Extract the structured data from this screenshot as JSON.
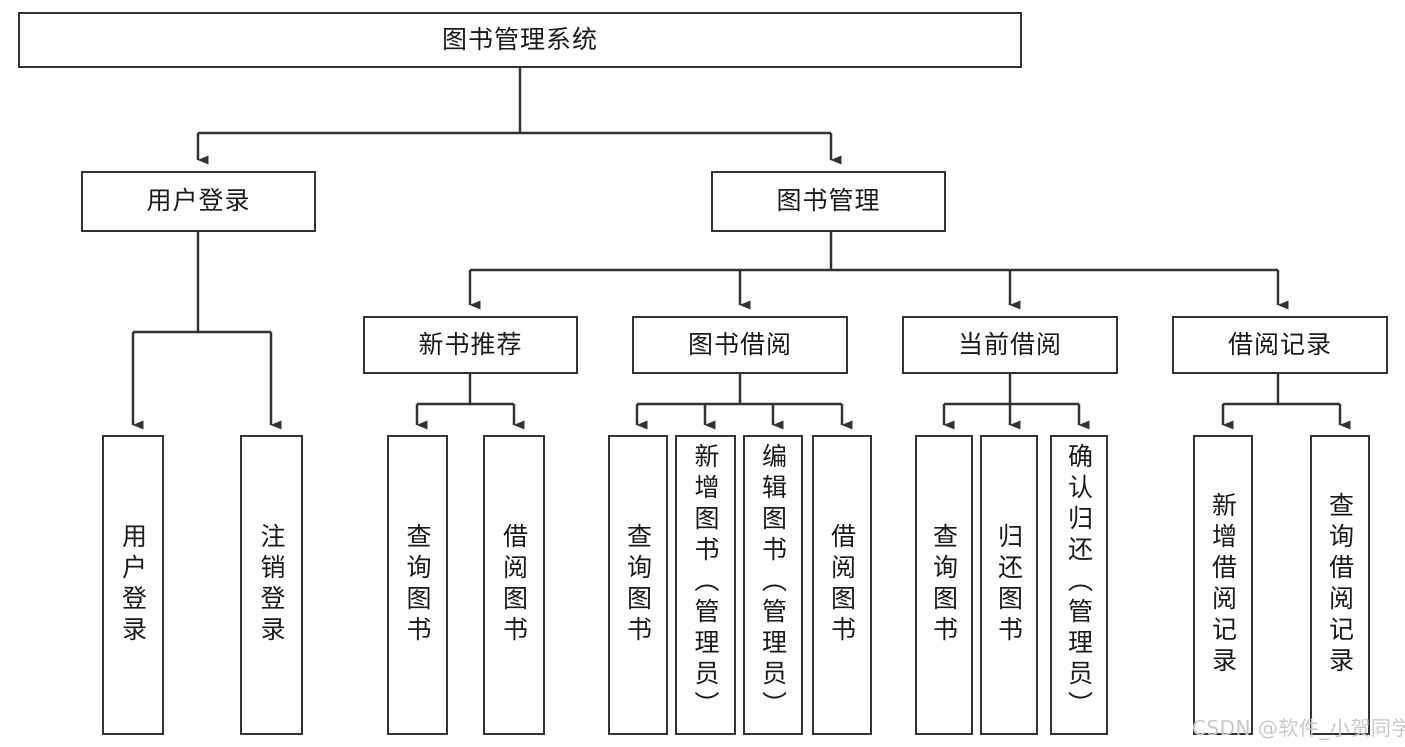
{
  "diagram": {
    "type": "tree-hierarchy",
    "title": "图书管理系统",
    "watermark": "CSDN @软件_小贺同学",
    "colors": {
      "box_border": "#333333",
      "box_fill": "#ffffff",
      "line": "#333333",
      "text": "#1a1a1a",
      "watermark": "#c9c9c9",
      "background": "#ffffff"
    },
    "nodes": {
      "root": {
        "label": "图书管理系统",
        "level": 0
      },
      "user_login": {
        "label": "用户登录",
        "level": 1
      },
      "book_manage": {
        "label": "图书管理",
        "level": 1
      },
      "new_book_rec": {
        "label": "新书推荐",
        "level": 2
      },
      "book_borrow": {
        "label": "图书借阅",
        "level": 2
      },
      "current_borrow": {
        "label": "当前借阅",
        "level": 2
      },
      "borrow_record": {
        "label": "借阅记录",
        "level": 2
      },
      "leaf_user_login": {
        "label": "用户登录",
        "level": 3
      },
      "leaf_logout": {
        "label": "注销登录",
        "level": 3
      },
      "leaf_query_book_1": {
        "label": "查询图书",
        "level": 3
      },
      "leaf_borrow_book_1": {
        "label": "借阅图书",
        "level": 3
      },
      "leaf_query_book_2": {
        "label": "查询图书",
        "level": 3
      },
      "leaf_add_book": {
        "label": "新增图书（管理员）",
        "level": 3
      },
      "leaf_edit_book": {
        "label": "编辑图书（管理员）",
        "level": 3
      },
      "leaf_borrow_book_2": {
        "label": "借阅图书",
        "level": 3
      },
      "leaf_query_book_3": {
        "label": "查询图书",
        "level": 3
      },
      "leaf_return_book": {
        "label": "归还图书",
        "level": 3
      },
      "leaf_confirm_return": {
        "label": "确认归还（管理员）",
        "level": 3
      },
      "leaf_add_record": {
        "label": "新增借阅记录",
        "level": 3
      },
      "leaf_query_record": {
        "label": "查询借阅记录",
        "level": 3
      }
    },
    "edges": [
      {
        "from": "root",
        "to": "user_login"
      },
      {
        "from": "root",
        "to": "book_manage"
      },
      {
        "from": "user_login",
        "to": "leaf_user_login"
      },
      {
        "from": "user_login",
        "to": "leaf_logout"
      },
      {
        "from": "book_manage",
        "to": "new_book_rec"
      },
      {
        "from": "book_manage",
        "to": "book_borrow"
      },
      {
        "from": "book_manage",
        "to": "current_borrow"
      },
      {
        "from": "book_manage",
        "to": "borrow_record"
      },
      {
        "from": "new_book_rec",
        "to": "leaf_query_book_1"
      },
      {
        "from": "new_book_rec",
        "to": "leaf_borrow_book_1"
      },
      {
        "from": "book_borrow",
        "to": "leaf_query_book_2"
      },
      {
        "from": "book_borrow",
        "to": "leaf_add_book"
      },
      {
        "from": "book_borrow",
        "to": "leaf_edit_book"
      },
      {
        "from": "book_borrow",
        "to": "leaf_borrow_book_2"
      },
      {
        "from": "current_borrow",
        "to": "leaf_query_book_3"
      },
      {
        "from": "current_borrow",
        "to": "leaf_return_book"
      },
      {
        "from": "current_borrow",
        "to": "leaf_confirm_return"
      },
      {
        "from": "borrow_record",
        "to": "leaf_add_record"
      },
      {
        "from": "borrow_record",
        "to": "leaf_query_record"
      }
    ]
  }
}
